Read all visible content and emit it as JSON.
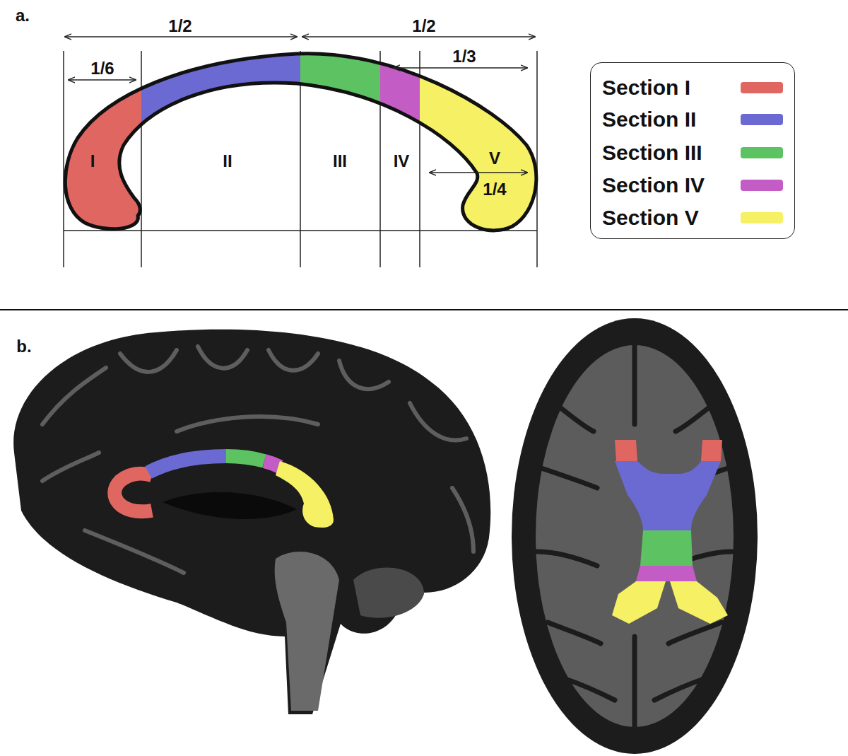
{
  "diagram": {
    "labels": [
      "a.",
      "1/2",
      "1/2",
      "1/6",
      "1/3",
      "I",
      "II",
      "III",
      "IV",
      "V",
      "1/4",
      "b."
    ],
    "legend": [
      {
        "text": "Section I",
        "color": "#e06662"
      },
      {
        "text": "Section II",
        "color": "#6a6ad2"
      },
      {
        "text": "Section III",
        "color": "#5dc262"
      },
      {
        "text": "Section IV",
        "color": "#c45cc6"
      },
      {
        "text": "Section V",
        "color": "#f6f064"
      }
    ]
  }
}
